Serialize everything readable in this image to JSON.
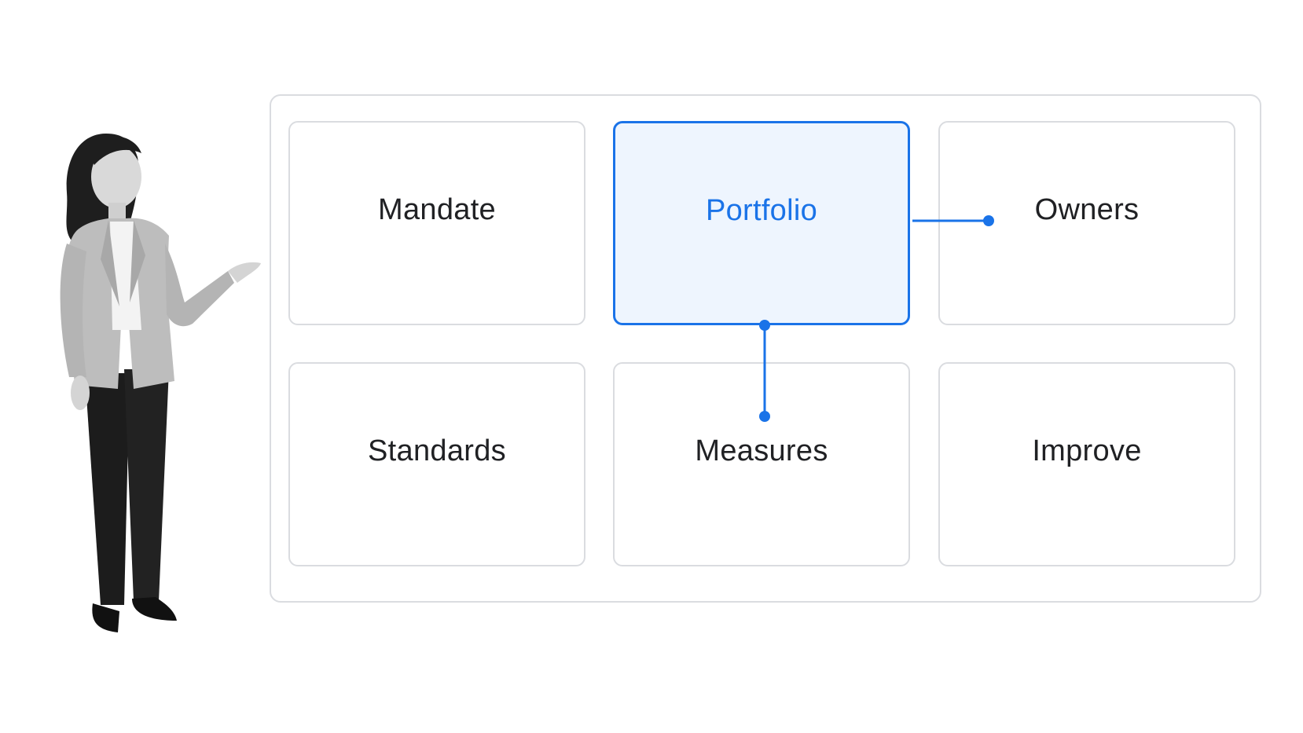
{
  "diagram": {
    "accent_color": "#1a73e8",
    "border_color": "#dadce0",
    "text_color": "#202124",
    "cards": [
      {
        "label": "Mandate",
        "highlighted": false
      },
      {
        "label": "Portfolio",
        "highlighted": true
      },
      {
        "label": "Owners",
        "highlighted": false
      },
      {
        "label": "Standards",
        "highlighted": false
      },
      {
        "label": "Measures",
        "highlighted": false
      },
      {
        "label": "Improve",
        "highlighted": false
      }
    ]
  }
}
